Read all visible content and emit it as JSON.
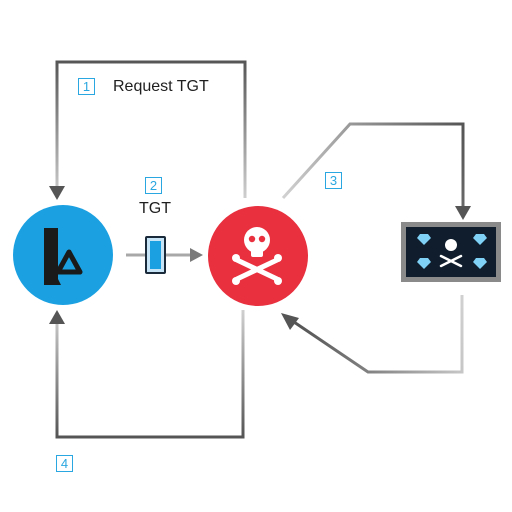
{
  "steps": [
    {
      "number": "1",
      "label": "Request TGT"
    },
    {
      "number": "2",
      "label": "TGT"
    },
    {
      "number": "3",
      "label": ""
    },
    {
      "number": "4",
      "label": ""
    }
  ],
  "nodes": {
    "client": {
      "icon": "azure-ad-logo-icon",
      "color": "#1ba1e2"
    },
    "attacker": {
      "icon": "skull-crossbones-icon",
      "color": "#e8303f"
    },
    "forged_ticket": {
      "icon": "forged-ticket-icon",
      "color": "#0f1d2c"
    },
    "tgt_ticket": {
      "icon": "ticket-icon",
      "color": "#1ba1e2"
    }
  },
  "colors": {
    "arrow_dark": "#555555",
    "arrow_light": "#c8c8c8",
    "badge": "#2aa7e0"
  }
}
